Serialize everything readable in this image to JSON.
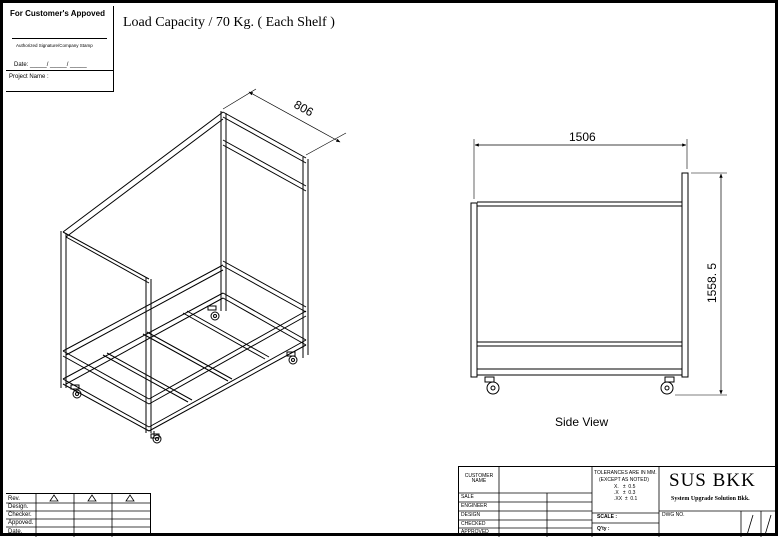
{
  "approval": {
    "heading": "For Customer's  Appoved",
    "signature_label": "Authorized Signature/Company Stamp",
    "date_label": "Date: _____/ _____/ _____",
    "project_label": "Project Name :"
  },
  "title": "Load Capacity / 70 Kg. ( Each Shelf )",
  "dimensions": {
    "depth": "806",
    "width": "1506",
    "height": "1558. 5"
  },
  "side_view_label": "Side View",
  "revision_table": {
    "rows": [
      "Rev.",
      "Design.",
      "Checker.",
      "Appoved.",
      "Date."
    ]
  },
  "title_block": {
    "customer_name": "CUSTOMER NAME",
    "roles": [
      "SALE",
      "ENGINEER",
      "DESIGN",
      "CHECKED",
      "APPROVED"
    ],
    "tolerances": {
      "heading": "TOLERANCES ARE IN MM.",
      "sub": "(EXCEPT AS NOTED)",
      "x": "X.   ±  0.5",
      "xx": ".X   ±  0.3",
      "xxx": ".XX  ±  0.1"
    },
    "company": "SUS BKK",
    "company_sub": "System Upgrade Solution Bkk.",
    "scale_label": "SCALE :",
    "qty_label": "Q'ty :",
    "dwg_label": "DWG NO."
  }
}
